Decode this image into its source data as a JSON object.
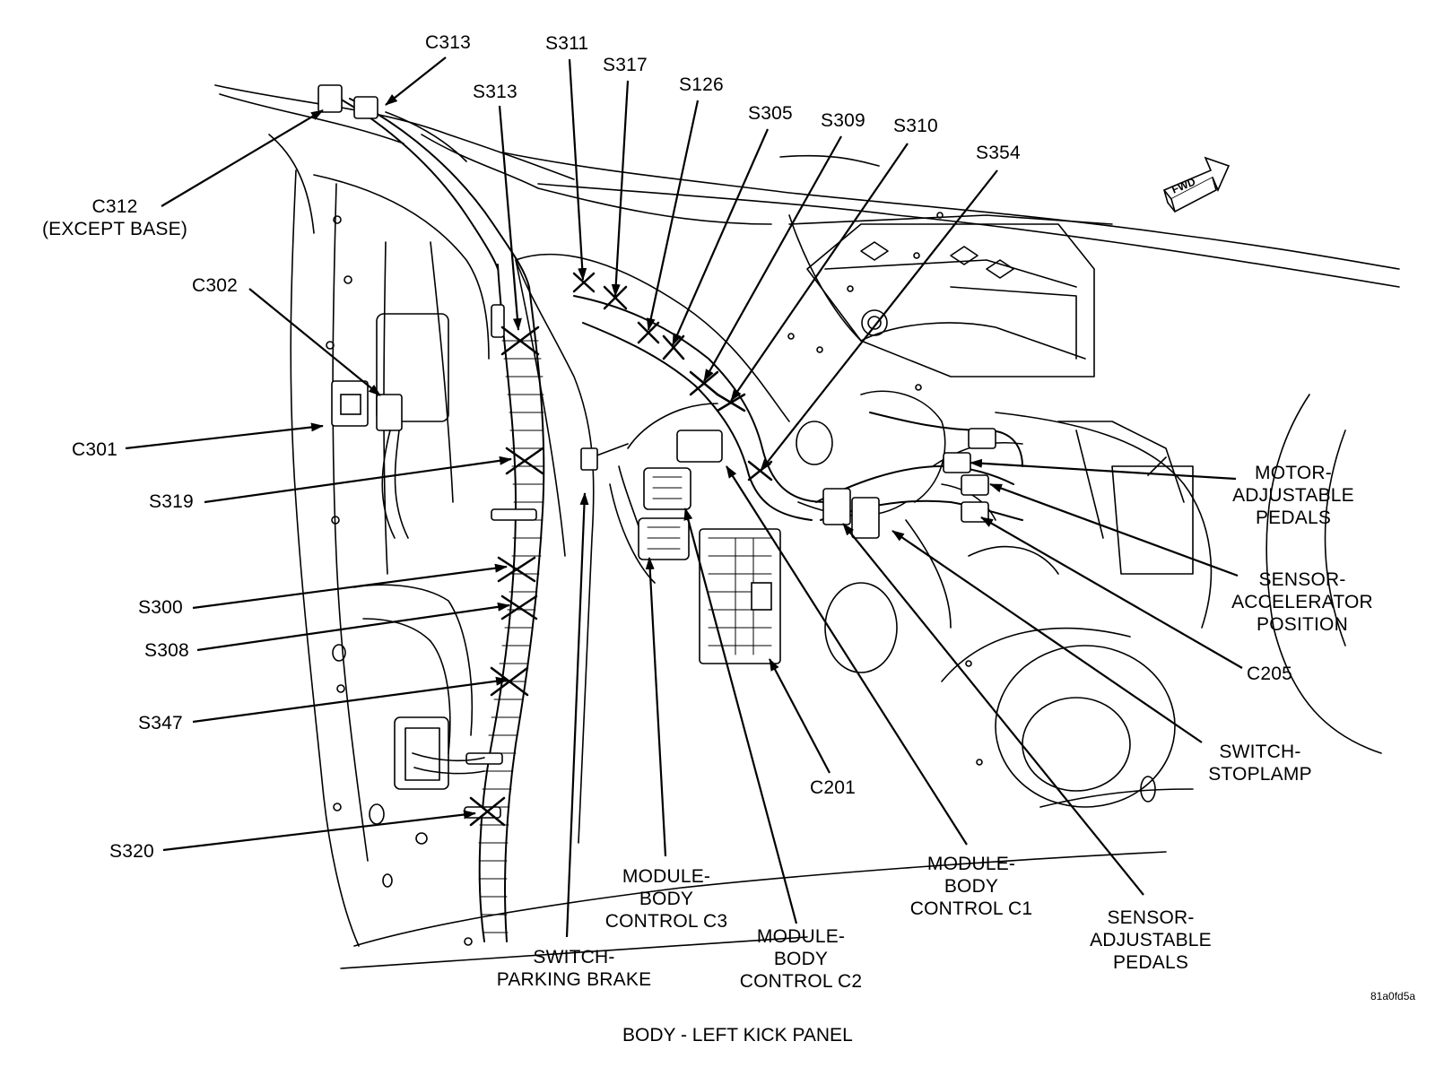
{
  "figure": {
    "caption": "BODY - LEFT KICK PANEL",
    "image_code": "81a0fd5a",
    "forward_marker": "FWD"
  },
  "callouts": {
    "c313": "C313",
    "s311": "S311",
    "s317": "S317",
    "s313": "S313",
    "s126": "S126",
    "s305": "S305",
    "s309": "S309",
    "s310": "S310",
    "s354": "S354",
    "c312_line1": "C312",
    "c312_line2": "(EXCEPT BASE)",
    "c302": "C302",
    "c301": "C301",
    "s319": "S319",
    "s300": "S300",
    "s308": "S308",
    "s347": "S347",
    "s320": "S320",
    "motor_line1": "MOTOR-",
    "motor_line2": "ADJUSTABLE",
    "motor_line3": "PEDALS",
    "sensor_accel_line1": "SENSOR-",
    "sensor_accel_line2": "ACCELERATOR",
    "sensor_accel_line3": "POSITION",
    "c205": "C205",
    "switch_stop_line1": "SWITCH-",
    "switch_stop_line2": "STOPLAMP",
    "c201": "C201",
    "bcm_c1_line1": "MODULE-",
    "bcm_c1_line2": "BODY",
    "bcm_c1_line3": "CONTROL C1",
    "sensor_adj_line1": "SENSOR-",
    "sensor_adj_line2": "ADJUSTABLE",
    "sensor_adj_line3": "PEDALS",
    "bcm_c3_line1": "MODULE-",
    "bcm_c3_line2": "BODY",
    "bcm_c3_line3": "CONTROL C3",
    "bcm_c2_line1": "MODULE-",
    "bcm_c2_line2": "BODY",
    "bcm_c2_line3": "CONTROL C2",
    "switch_park_line1": "SWITCH-",
    "switch_park_line2": "PARKING BRAKE"
  }
}
